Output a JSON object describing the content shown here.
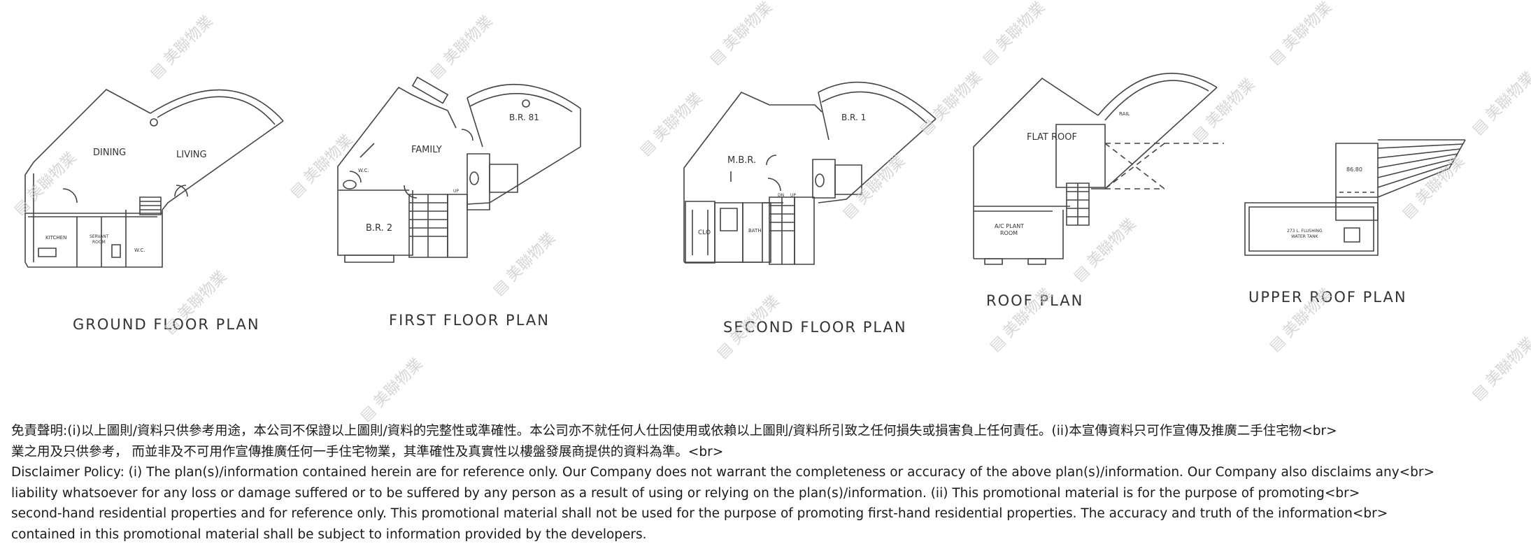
{
  "plans": [
    {
      "label": "GROUND FLOOR PLAN",
      "rooms": [
        "DINING",
        "LIVING",
        "KITCHEN",
        "SERVANT ROOM",
        "W.C."
      ]
    },
    {
      "label": "FIRST FLOOR PLAN",
      "rooms": [
        "FAMILY",
        "B.R. 81",
        "W.C.",
        "B.R. 2",
        "UP"
      ]
    },
    {
      "label": "SECOND FLOOR PLAN",
      "rooms": [
        "M.B.R.",
        "B.R. 1",
        "CLO",
        "BATH",
        "DN",
        "UP"
      ]
    },
    {
      "label": "ROOF PLAN",
      "rooms": [
        "FLAT ROOF",
        "A/C PLANT ROOM",
        "RAIL"
      ]
    },
    {
      "label": "UPPER ROOF PLAN",
      "rooms": [
        "86.80",
        "273 L. FLUSHING WATER TANK"
      ]
    }
  ],
  "watermark": "美聯物業",
  "disclaimer": {
    "lines": [
      "免責聲明:(i)以上圖則/資料只供參考用途，本公司不保證以上圖則/資料的完整性或準確性。本公司亦不就任何人仕因使用或依賴以上圖則/資料所引致之任何損失或損害負上任何責任。(ii)本宣傳資料只可作宣傳及推廣二手住宅物<br>",
      "業之用及只供參考， 而並非及不可用作宣傳推廣任何一手住宅物業，其準確性及真實性以樓盤發展商提供的資料為準。<br>",
      "Disclaimer Policy: (i) The plan(s)/information contained herein are for reference only. Our Company does not warrant the completeness or accuracy of the above plan(s)/information. Our Company also disclaims any<br>",
      "liability whatsoever for any loss or damage suffered or to be suffered by any person as a result of using or relying on the plan(s)/information. (ii) This promotional material is for the purpose of promoting<br>",
      "second-hand residential properties and for reference only. This promotional material shall not be used for the purpose of promoting first-hand residential properties. The accuracy and truth of the information<br>",
      "contained in this promotional material shall be subject to information provided by the developers."
    ]
  }
}
